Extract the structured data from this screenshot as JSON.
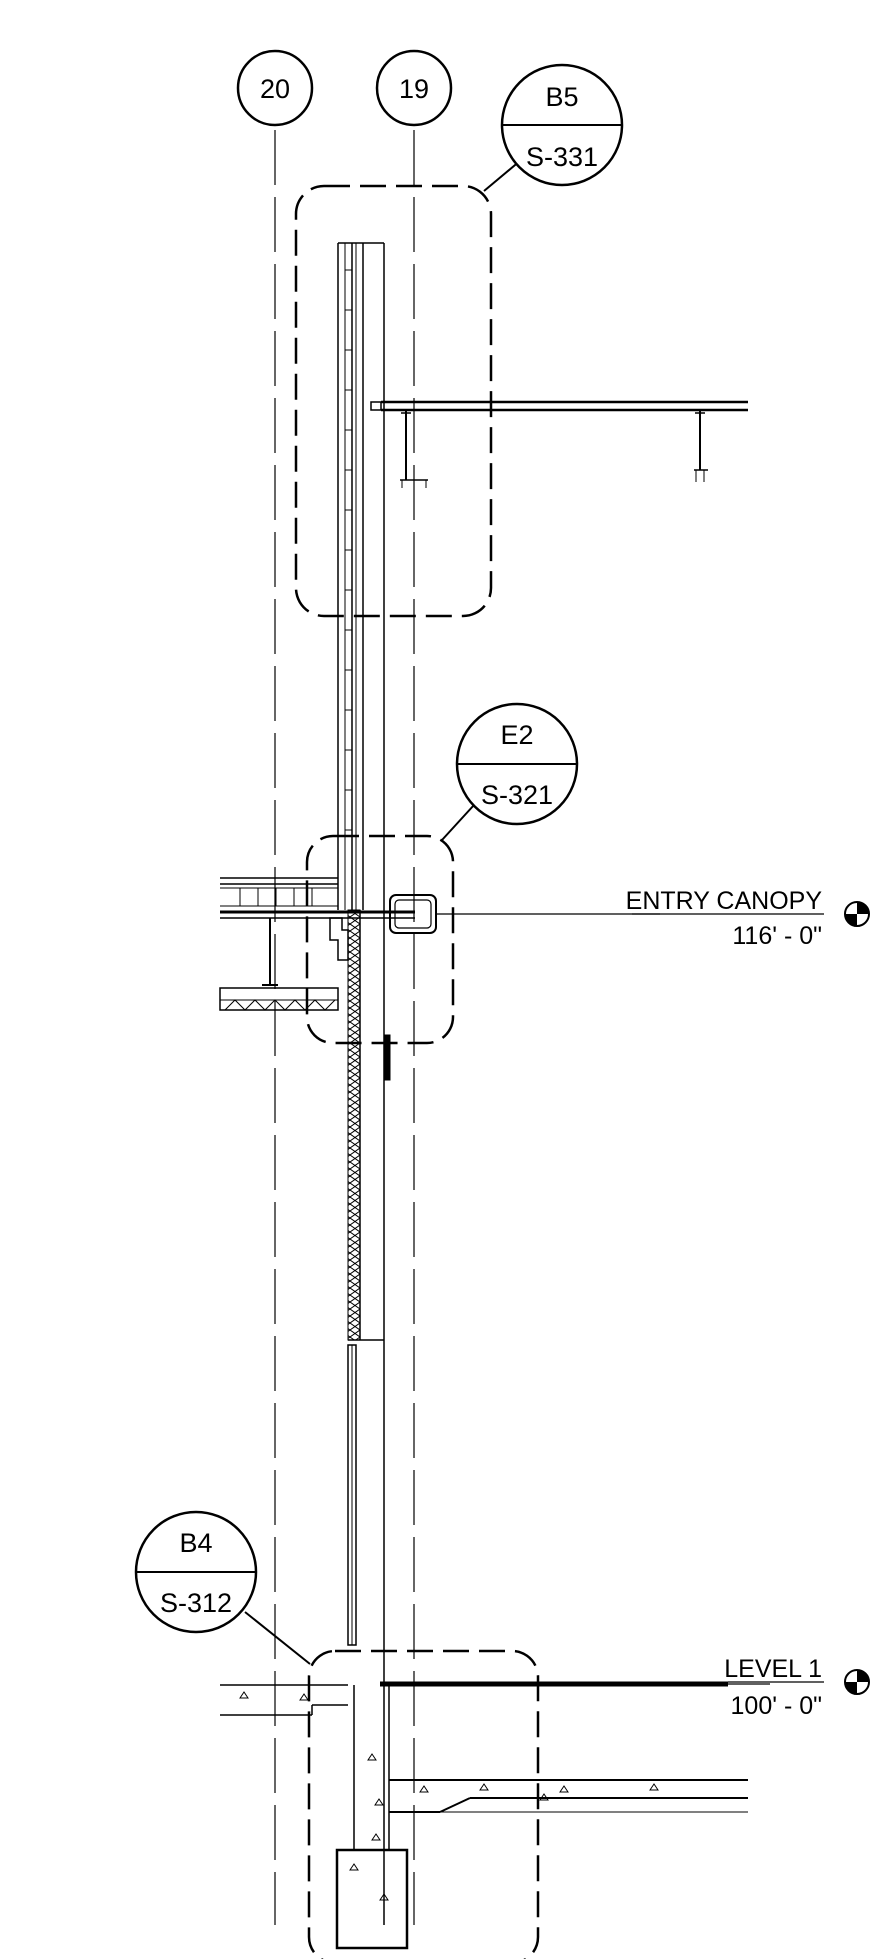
{
  "grid_lines": [
    {
      "label": "20"
    },
    {
      "label": "19"
    }
  ],
  "callouts": [
    {
      "detail": "B5",
      "sheet": "S-331"
    },
    {
      "detail": "E2",
      "sheet": "S-321"
    },
    {
      "detail": "B4",
      "sheet": "S-312"
    }
  ],
  "levels": [
    {
      "name": "ENTRY CANOPY",
      "elevation": "116' - 0\""
    },
    {
      "name": "LEVEL 1",
      "elevation": "100' - 0\""
    }
  ]
}
